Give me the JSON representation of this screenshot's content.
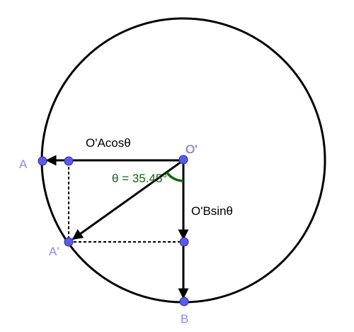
{
  "labels": {
    "A": "A",
    "A_prime": "A'",
    "B": "B",
    "O_prime": "O'",
    "horizontal_component": "O'Acosθ",
    "vertical_component": "O'Bsinθ",
    "angle": "θ = 35.45°"
  },
  "colors": {
    "point": "#5b5bea",
    "point_label": "#8a8ae8",
    "angle": "#116611",
    "line": "#000000"
  }
}
